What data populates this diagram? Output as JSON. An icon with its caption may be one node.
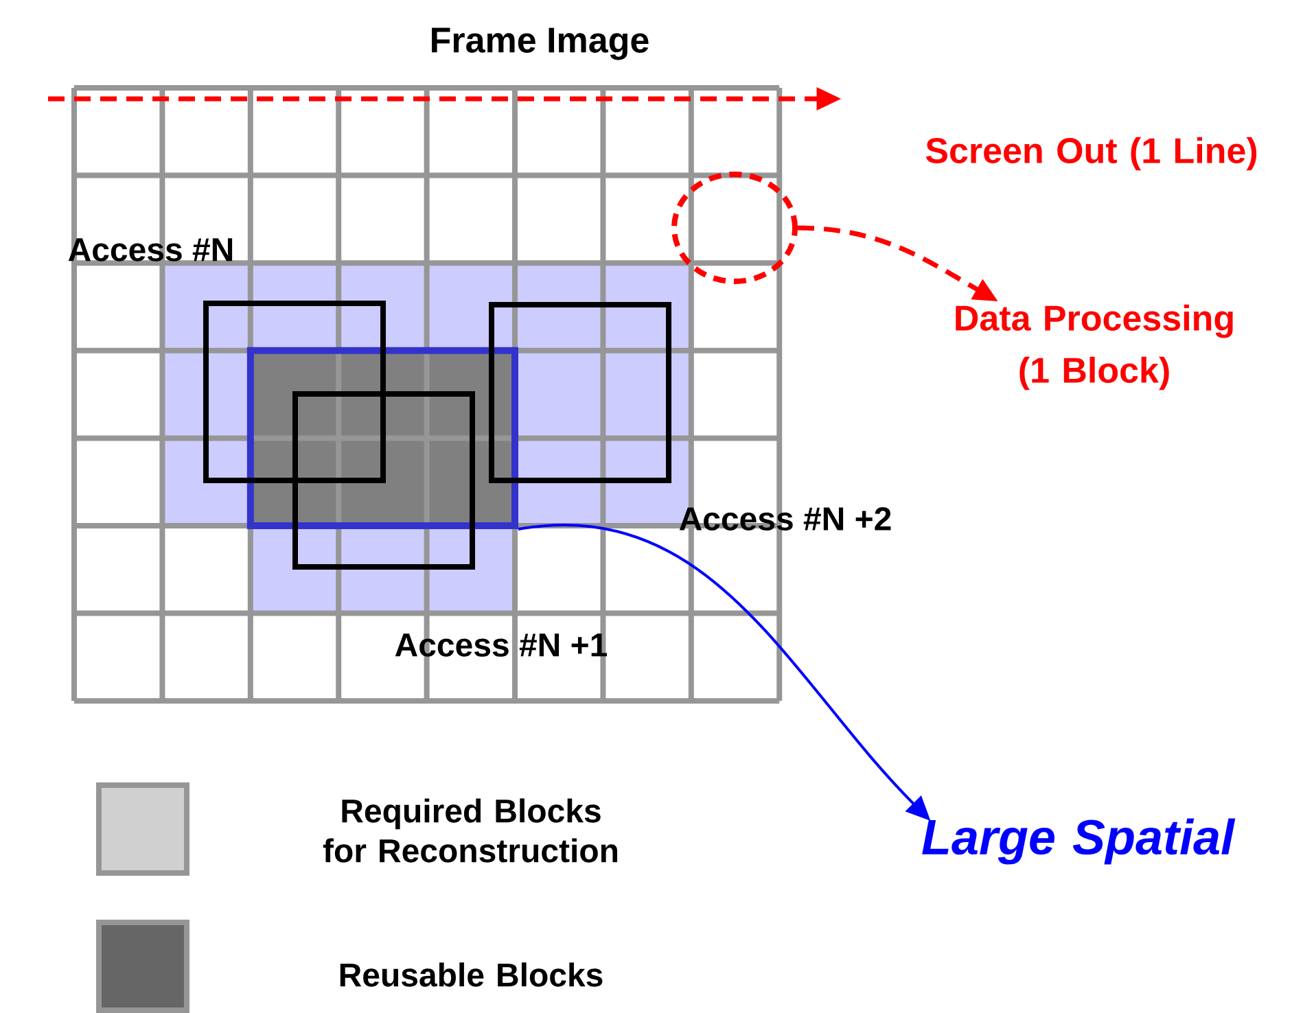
{
  "diagram": {
    "title": "Frame Image",
    "nodes": [
      {
        "text": [
          "Screen Out (1  Line)"
        ]
      },
      {
        "text": [],
        "shape": "circle"
      },
      {
        "text": [
          "Data Processing (1 Block)"
        ]
      },
      {
        "text": [],
        "shape": "box"
      },
      {
        "text": [
          "Large Spatial"
        ]
      },
      {
        "text": [
          "Access #N"
        ]
      },
      {
        "text": [
          "Access #N +1"
        ]
      },
      {
        "text": [
          "Access #N +2"
        ]
      }
    ],
    "edges": [
      {
        "from": null,
        "to": 0,
        "arrow": "to",
        "style": "dashed",
        "color": "#ff0000"
      },
      {
        "from": 1,
        "to": 2,
        "arrow": "to",
        "style": "dashed",
        "color": "#ff0000"
      },
      {
        "from": 3,
        "to": 4,
        "arrow": "to",
        "color": "#0000ff"
      }
    ],
    "legend": [
      {
        "text": "Required Blocks for Reconstruction",
        "color": "#d0d0d0"
      },
      {
        "text": "Reusable Blocks",
        "color": "#666666"
      }
    ]
  }
}
